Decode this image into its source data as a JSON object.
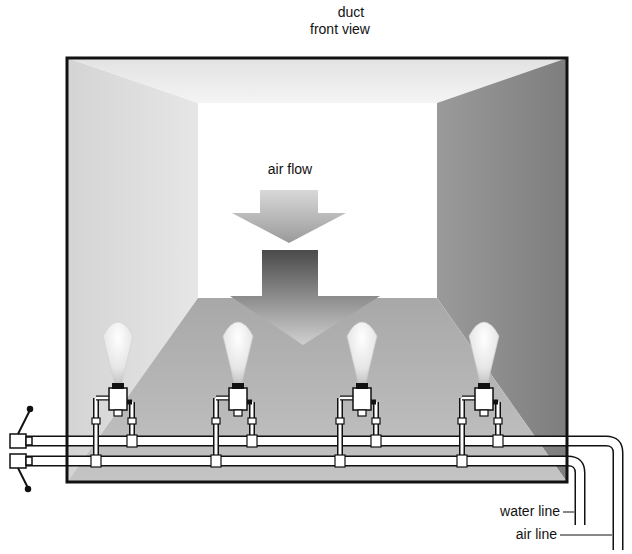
{
  "diagram": {
    "title": "duct front view",
    "labels": [
      "air flow",
      "water line",
      "air line"
    ]
  }
}
